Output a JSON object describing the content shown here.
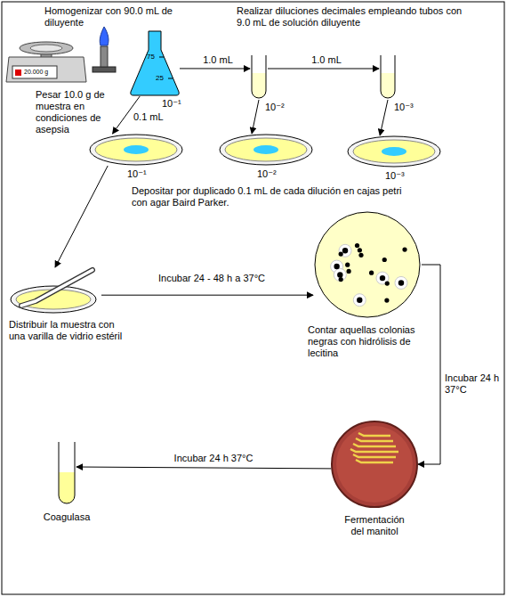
{
  "diagram": {
    "nodes": [
      {
        "text": [
          "20.000 g",
          "Pesar 10.0 g de muestra en condiciones de asepsia"
        ]
      },
      {
        "text": [
          "Homogenizar con 90.0 mL de diluyente",
          "75",
          "25",
          "10⁻¹"
        ]
      },
      {
        "text": [
          "10⁻²"
        ]
      },
      {
        "text": [
          "10⁻³"
        ]
      },
      {
        "text": [
          "10⁻¹"
        ]
      },
      {
        "text": [
          "10⁻²"
        ]
      },
      {
        "text": [
          "10⁻³"
        ]
      },
      {
        "text": [
          "Distribuir la muestra con una varilla de vidrio estéril"
        ]
      },
      {
        "text": [
          "Contar aquellas colonias negras con hidrólisis de lecitina"
        ]
      },
      {
        "text": [
          "Fermentación del manitol"
        ]
      },
      {
        "text": [
          "Coagulasa"
        ]
      }
    ],
    "edges": [
      {
        "from": 1,
        "to": 2,
        "arrow": "to",
        "label": "1.0 mL"
      },
      {
        "from": 2,
        "to": 3,
        "arrow": "to",
        "label": "1.0 mL"
      },
      {
        "from": 1,
        "to": 4,
        "arrow": "to",
        "label": "0.1 mL"
      },
      {
        "from": 2,
        "to": 5,
        "arrow": "to"
      },
      {
        "from": 3,
        "to": 6,
        "arrow": "to"
      },
      {
        "from": 4,
        "to": 7,
        "arrow": "to"
      },
      {
        "from": 7,
        "to": 8,
        "arrow": "to",
        "label": "Incubar 24 - 48 h a 37°C"
      },
      {
        "from": 8,
        "to": 9,
        "arrow": "to",
        "label": "Incubar 24 h 37°C"
      },
      {
        "from": 9,
        "to": 10,
        "arrow": "to",
        "label": "Incubar 24 h 37°C"
      }
    ],
    "labels": [
      "Realizar diluciones decimales empleando tubos con 9.0 mL de solución diluyente",
      "Depositar por duplicado 0.1 mL de cada dilución en cajas petri con agar Baird Parker."
    ]
  }
}
